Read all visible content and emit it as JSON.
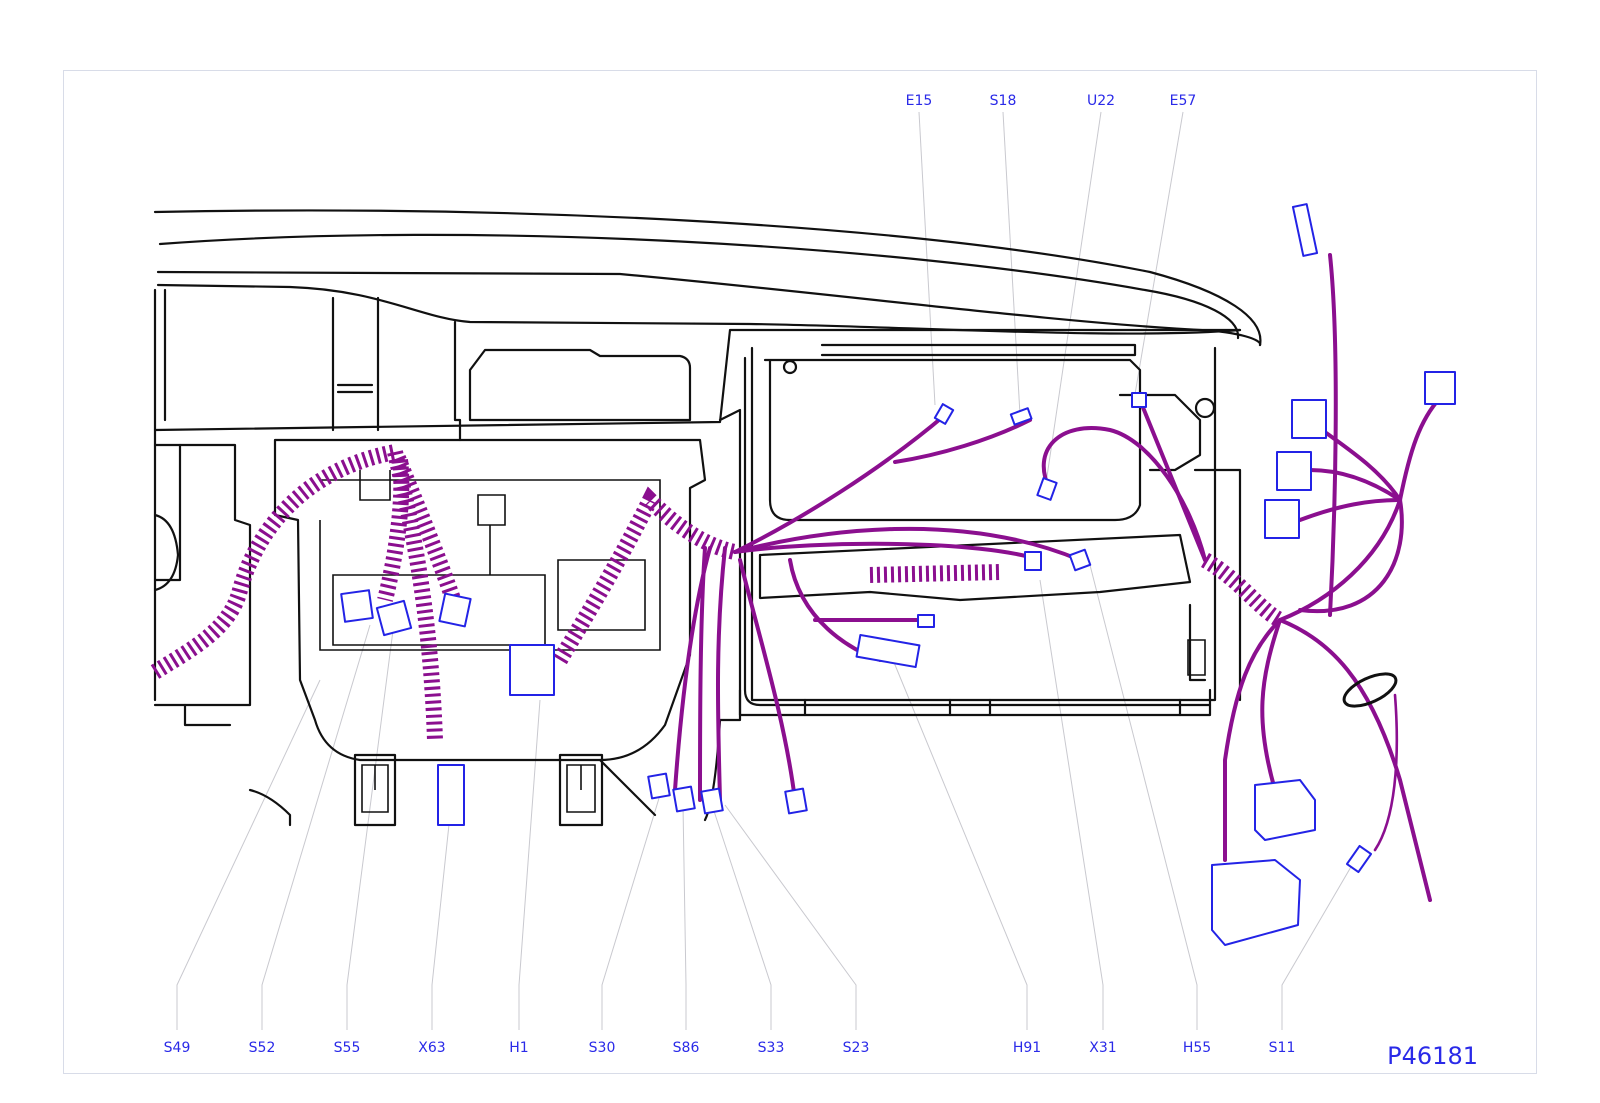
{
  "figure_id": "P46181",
  "colors": {
    "outline": "#111111",
    "harness": "#8b0f8f",
    "connector": "#2323e6",
    "label": "#2a2ae8",
    "leader": "#c9c9cf"
  },
  "top_labels": [
    {
      "code": "E15"
    },
    {
      "code": "S18"
    },
    {
      "code": "U22"
    },
    {
      "code": "E57"
    }
  ],
  "bottom_labels": [
    {
      "code": "S49"
    },
    {
      "code": "S52"
    },
    {
      "code": "S55"
    },
    {
      "code": "X63"
    },
    {
      "code": "H1"
    },
    {
      "code": "S30"
    },
    {
      "code": "S86"
    },
    {
      "code": "S33"
    },
    {
      "code": "S23"
    },
    {
      "code": "H91"
    },
    {
      "code": "X31"
    },
    {
      "code": "H55"
    },
    {
      "code": "S11"
    }
  ]
}
